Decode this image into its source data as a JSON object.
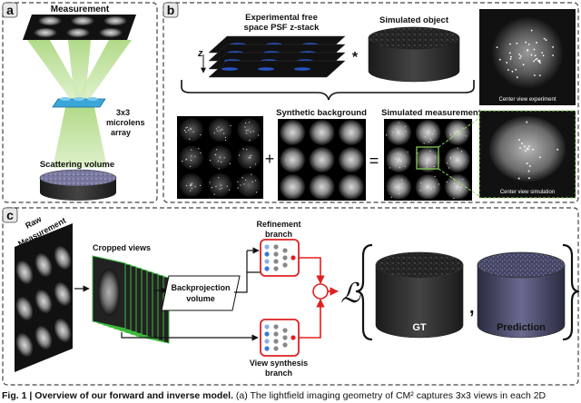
{
  "panel_a": {
    "letter": "a",
    "measurement_label": "Measurement",
    "microlens_label_line1": "3x3",
    "microlens_label_line2": "microlens",
    "microlens_label_line3": "array",
    "scattering_label": "Scattering volume"
  },
  "panel_b": {
    "letter": "b",
    "psf_label_line1": "Experimental free",
    "psf_label_line2": "space PSF z-stack",
    "z_label": "z",
    "convolution_symbol": "*",
    "simulated_object_label": "Simulated object",
    "synthetic_background_label": "Synthetic background",
    "simulated_measurement_label": "Simulated measurement",
    "plus_symbol": "+",
    "equals_symbol": "=",
    "center_view_experiment_label": "Center view experiment",
    "center_view_simulation_label": "Center view simulation"
  },
  "panel_c": {
    "letter": "c",
    "raw_label_line1": "Raw",
    "raw_label_line2": "Measurement",
    "cropped_views_label": "Cropped views",
    "backprojection_line1": "Backprojection",
    "backprojection_line2": "volume",
    "refinement_line1": "Refinement",
    "refinement_line2": "branch",
    "view_synthesis_line1": "View synthesis",
    "view_synthesis_line2": "branch",
    "loss_symbol": "ℒ",
    "gt_label": "GT",
    "prediction_label": "Prediction",
    "comma": ","
  },
  "caption": {
    "bold_text": "Fig. 1 | Overview of our forward and inverse model.",
    "text": " (a) The lightfield imaging geometry of CM² captures 3x3 views in each 2D"
  },
  "colors": {
    "panel_border": "#444444",
    "lightfield_green": "#b5d98a",
    "microlens_blue": "#3aa7d8",
    "red_branch": "#e02020",
    "psf_blue": "#2a5bd8"
  }
}
